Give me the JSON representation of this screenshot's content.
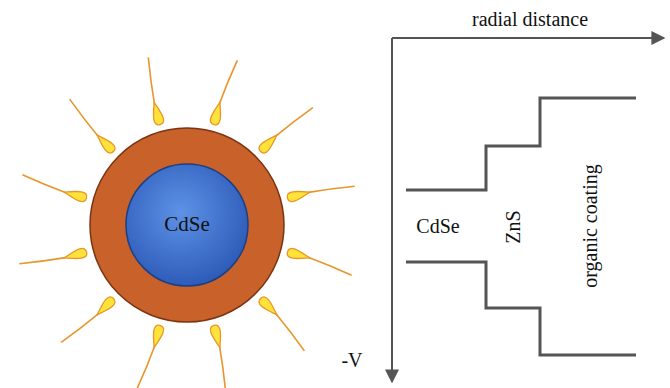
{
  "diagram": {
    "nodes": [
      {
        "text": [
          "CdSe"
        ]
      }
    ],
    "labels": [
      "radial distance",
      "-V",
      "CdSe",
      "ZnS",
      "organic coating"
    ]
  }
}
